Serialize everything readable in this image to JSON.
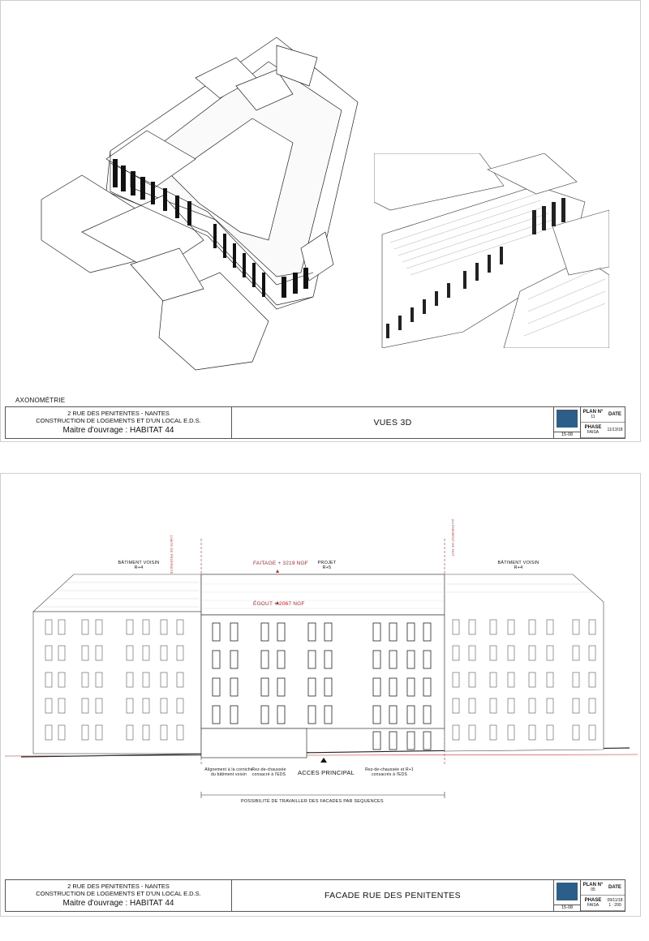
{
  "sheet1": {
    "caption": "AXONOMÉTRIE",
    "title_block": {
      "address": "2 RUE DES PENITENTES - NANTES",
      "project": "CONSTRUCTION DE LOGEMENTS ET D'UN LOCAL E.D.S.",
      "owner": "Maitre d'ouvrage : HABITAT 44",
      "sheet_title": "VUES 3D",
      "plan_label": "PLAN N°",
      "plan_number": "11",
      "phase_label": "PHASE",
      "phase_value": "FAISA",
      "date_label": "DATE",
      "date_value": "11/13/18",
      "ref": "15-08"
    }
  },
  "sheet2": {
    "labels": {
      "neighbour_left": "BÂTIMENT VOISIN",
      "neighbour_left_level": "R+4",
      "neighbour_right": "BÂTIMENT VOISIN",
      "neighbour_right_level": "R+4",
      "project": "PROJET",
      "project_level": "R+5",
      "faitage": "FAITAGE + 3219 NGF",
      "egout": "ÉGOUT + 2067 NGF",
      "limit_left": "LIMITE DE PROPRIETE",
      "limit_right": "ALIGNEMENT DE FAIT",
      "note1": "Alignement à la corniche du bâtiment voisin",
      "note2": "Rez-de-chaussée consacré à l'EDS",
      "access": "ACCES PRINCIPAL",
      "note3": "Rez-de-chaussée et R+1 consacrés à l'EDS",
      "sequence": "POSSIBILITÉ DE TRAVAILLER DES FACADES PAR SEQUENCES"
    },
    "title_block": {
      "address": "2 RUE DES PENITENTES - NANTES",
      "project": "CONSTRUCTION DE LOGEMENTS ET D'UN LOCAL E.D.S.",
      "owner": "Maitre d'ouvrage : HABITAT 44",
      "sheet_title": "FACADE RUE DES PENITENTES",
      "plan_label": "PLAN N°",
      "plan_number": "05",
      "phase_label": "PHASE",
      "phase_value": "FAISA",
      "date_label": "DATE",
      "date_value": "09/11/18",
      "ref": "15-08",
      "scale": "1 : 200"
    }
  }
}
